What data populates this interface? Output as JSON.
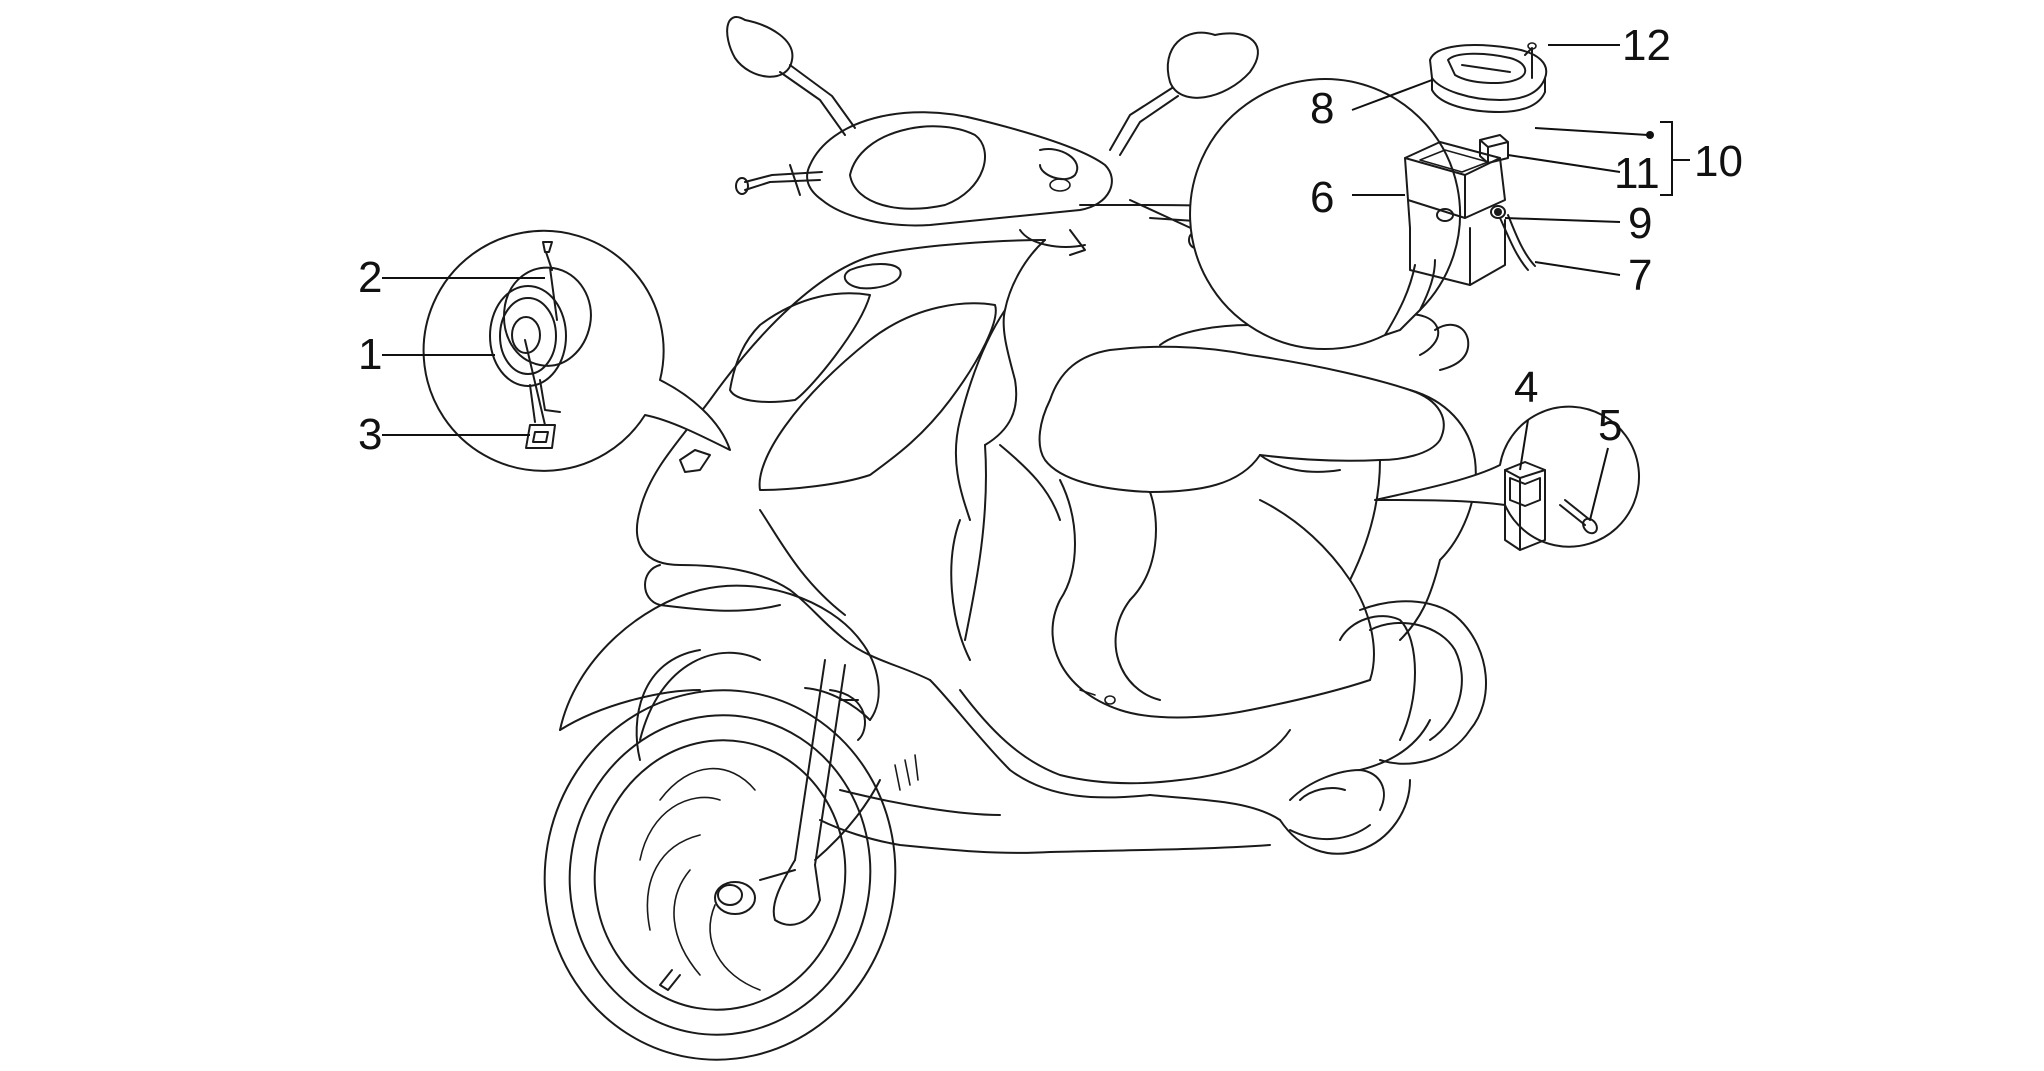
{
  "diagram": {
    "callouts": [
      {
        "id": "1",
        "label": "1"
      },
      {
        "id": "2",
        "label": "2"
      },
      {
        "id": "3",
        "label": "3"
      },
      {
        "id": "4",
        "label": "4"
      },
      {
        "id": "5",
        "label": "5"
      },
      {
        "id": "6",
        "label": "6"
      },
      {
        "id": "7",
        "label": "7"
      },
      {
        "id": "8",
        "label": "8"
      },
      {
        "id": "9",
        "label": "9"
      },
      {
        "id": "10",
        "label": "10"
      },
      {
        "id": "11",
        "label": "11"
      },
      {
        "id": "12",
        "label": "12"
      }
    ]
  },
  "colors": {
    "line": "#1a1a1a",
    "background": "#ffffff"
  }
}
